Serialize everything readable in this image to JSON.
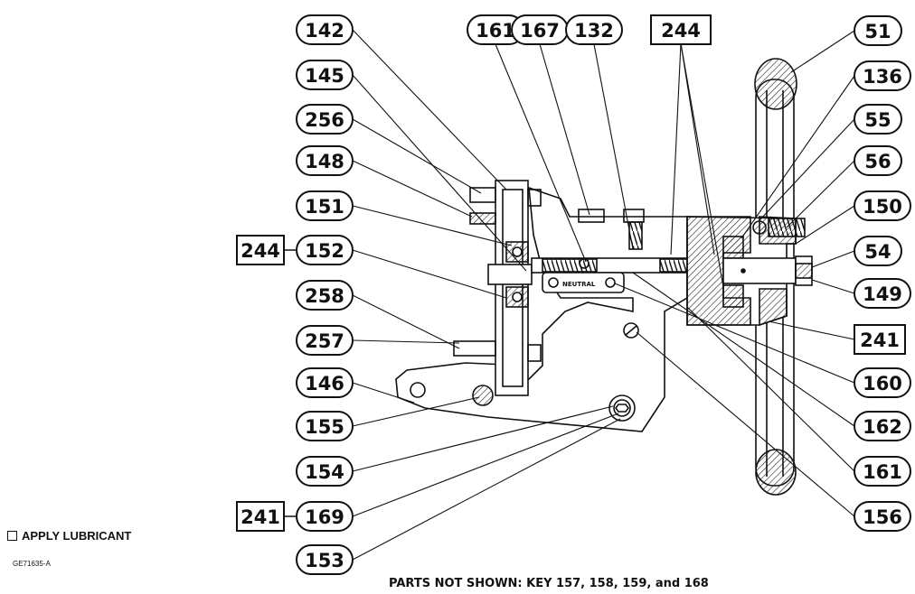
{
  "callouts": {
    "c142": "142",
    "c145": "145",
    "c256": "256",
    "c148": "148",
    "c151": "151",
    "c152": "152",
    "c258": "258",
    "c257": "257",
    "c146": "146",
    "c155": "155",
    "c154": "154",
    "c169": "169",
    "c153": "153",
    "c161top": "161",
    "c167": "167",
    "c132": "132",
    "c51": "51",
    "c136": "136",
    "c55": "55",
    "c56": "56",
    "c150": "150",
    "c54": "54",
    "c149": "149",
    "c160": "160",
    "c162": "162",
    "c161bot": "161",
    "c156": "156"
  },
  "boxed": {
    "b244top": "244",
    "b244left": "244",
    "b241right": "241",
    "b241left": "241"
  },
  "engraving": {
    "neutral": "NEUTRAL"
  },
  "legend": {
    "label": "APPLY LUBRICANT"
  },
  "drawing_code": "GE71635-A",
  "footnote": "PARTS NOT SHOWN: KEY 157, 158, 159, and 168"
}
